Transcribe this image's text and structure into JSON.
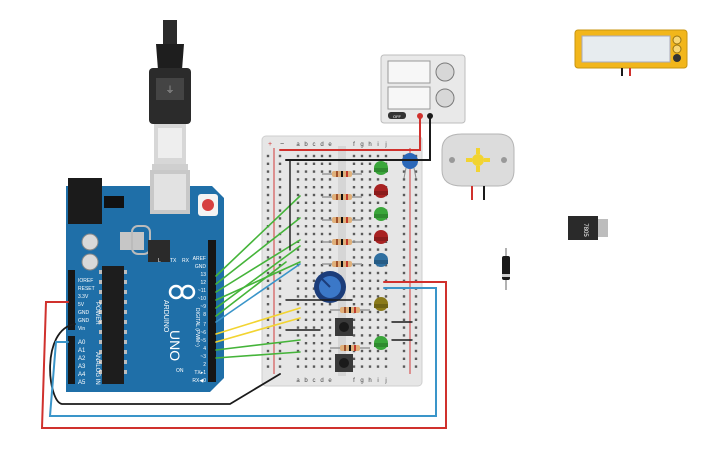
{
  "arduino": {
    "board_name": "UNO",
    "brand": "ARDUINO",
    "digital_label": "DIGITAL (PWM~)",
    "power_label": "POWER",
    "analog_label": "ANALOG IN",
    "digital_pins": [
      "AREF",
      "GND",
      "13",
      "12",
      "~11",
      "~10",
      "~9",
      "8",
      "7",
      "~6",
      "~5",
      "4",
      "~3",
      "2",
      "TX▸1",
      "RX◀0"
    ],
    "power_pins": [
      "IOREF",
      "RESET",
      "3.3V",
      "5V",
      "GND",
      "GND",
      "Vin"
    ],
    "analog_pins": [
      "A0",
      "A1",
      "A2",
      "A3",
      "A4",
      "A5"
    ],
    "led_labels": [
      "L",
      "TX",
      "RX"
    ],
    "on_label": "ON"
  },
  "breadboard": {
    "columns_top": [
      "a",
      "b",
      "c",
      "d",
      "e",
      "f",
      "g",
      "h",
      "i",
      "j"
    ],
    "columns_bottom": [
      "a",
      "b",
      "c",
      "d",
      "e",
      "f",
      "g",
      "h",
      "i",
      "j"
    ],
    "rail_plus": "+",
    "rail_minus": "−"
  },
  "power_supply": {
    "switch_label": "OFF"
  },
  "regulator": {
    "label": "7805"
  },
  "colors": {
    "arduino_blue": "#1f6fa8",
    "wire_green": "#45b43a",
    "wire_yellow": "#f2d431",
    "wire_red": "#d0312d",
    "wire_blue": "#3a95c9",
    "wire_black": "#1a1a1a",
    "lcd_frame": "#f2b61b"
  }
}
